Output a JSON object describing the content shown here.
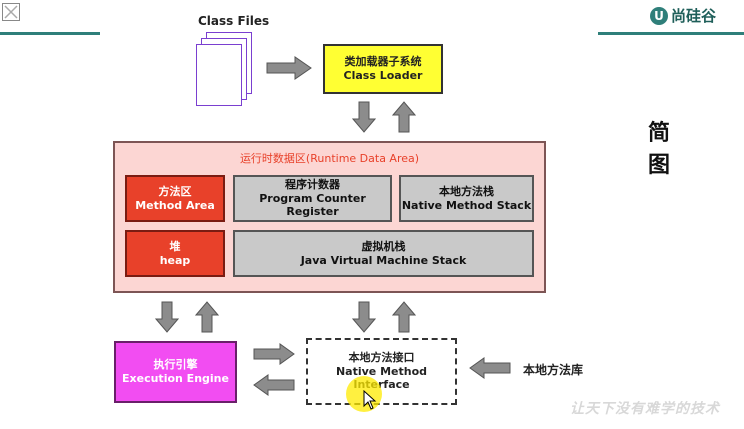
{
  "logo": {
    "text": "尚硅谷",
    "mark": "U"
  },
  "class_files": {
    "label": "Class Files"
  },
  "class_loader": {
    "cn": "类加载器子系统",
    "en": "Class Loader"
  },
  "runtime_area": {
    "title": "运行时数据区(Runtime Data Area)",
    "method_area": {
      "cn": "方法区",
      "en": "Method Area"
    },
    "pc_register": {
      "cn": "程序计数器",
      "en": "Program Counter Register"
    },
    "native_stack": {
      "cn": "本地方法栈",
      "en": "Native Method Stack"
    },
    "heap": {
      "cn": "堆",
      "en": "heap"
    },
    "jvm_stack": {
      "cn": "虚拟机栈",
      "en": "Java Virtual Machine Stack"
    }
  },
  "execution_engine": {
    "cn": "执行引擎",
    "en": "Execution Engine"
  },
  "native_interface": {
    "cn": "本地方法接口",
    "en": "Native Method",
    "en2": "Interface"
  },
  "native_library": {
    "label": "本地方法库"
  },
  "side_title": {
    "line1": "简",
    "line2": "图"
  },
  "watermark": {
    "text": "让天下没有难学的技术"
  },
  "colors": {
    "red_box": "#e8412a",
    "gray_box": "#c9c9c9",
    "yellow_box": "#ffff33",
    "magenta_box": "#f24df2",
    "runtime_bg": "#fcd6d3",
    "arrow": "#8c8c8c",
    "teal_line": "#2f7f7a"
  }
}
